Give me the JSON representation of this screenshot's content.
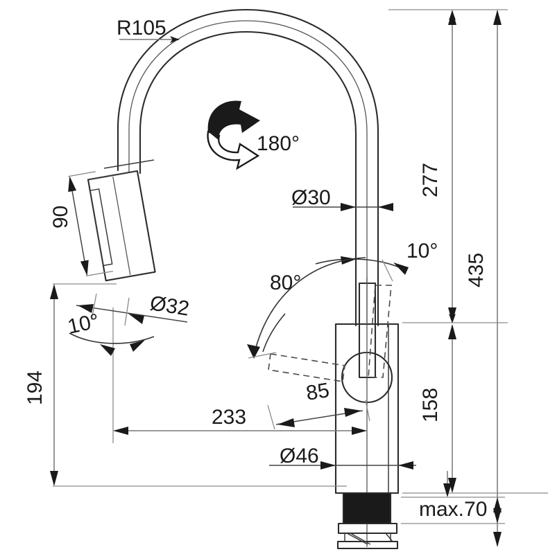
{
  "drawing": {
    "title": "Pull-down kitchen mixer tap dimensional drawing",
    "units": "mm",
    "line_color": "#2b2b2b",
    "dimension_color": "#777777",
    "background": "#ffffff"
  },
  "dimensions": {
    "radius_spout": "R105",
    "rotation": "180°",
    "spout_tube_diameter": "Ø30",
    "spray_head_diameter": "Ø32",
    "body_diameter": "Ø46",
    "spray_head_length": "90",
    "spout_height": "277",
    "total_height": "435",
    "body_height": "158",
    "reach_low": "194",
    "reach": "233",
    "lever_reach": "85",
    "lever_angle": "80°",
    "spout_tilt": "10°",
    "spray_tilt": "10°",
    "max_thickness": "max.70"
  },
  "annotations": [
    {
      "id": "r105",
      "label": "R105",
      "kind": "radius"
    },
    {
      "id": "rot",
      "label": "180°",
      "kind": "rotation-symbol"
    },
    {
      "id": "d30",
      "label": "Ø30",
      "kind": "diameter"
    },
    {
      "id": "d32",
      "label": "Ø32",
      "kind": "diameter"
    },
    {
      "id": "d46",
      "label": "Ø46",
      "kind": "diameter"
    },
    {
      "id": "h90",
      "label": "90",
      "kind": "linear"
    },
    {
      "id": "h277",
      "label": "277",
      "kind": "linear"
    },
    {
      "id": "h435",
      "label": "435",
      "kind": "linear"
    },
    {
      "id": "h158",
      "label": "158",
      "kind": "linear"
    },
    {
      "id": "h194",
      "label": "194",
      "kind": "linear"
    },
    {
      "id": "w233",
      "label": "233",
      "kind": "linear"
    },
    {
      "id": "w85",
      "label": "85",
      "kind": "linear"
    },
    {
      "id": "a80",
      "label": "80°",
      "kind": "angular"
    },
    {
      "id": "a10t",
      "label": "10°",
      "kind": "angular"
    },
    {
      "id": "a10b",
      "label": "10°",
      "kind": "angular"
    },
    {
      "id": "max70",
      "label": "max.70",
      "kind": "linear"
    }
  ]
}
